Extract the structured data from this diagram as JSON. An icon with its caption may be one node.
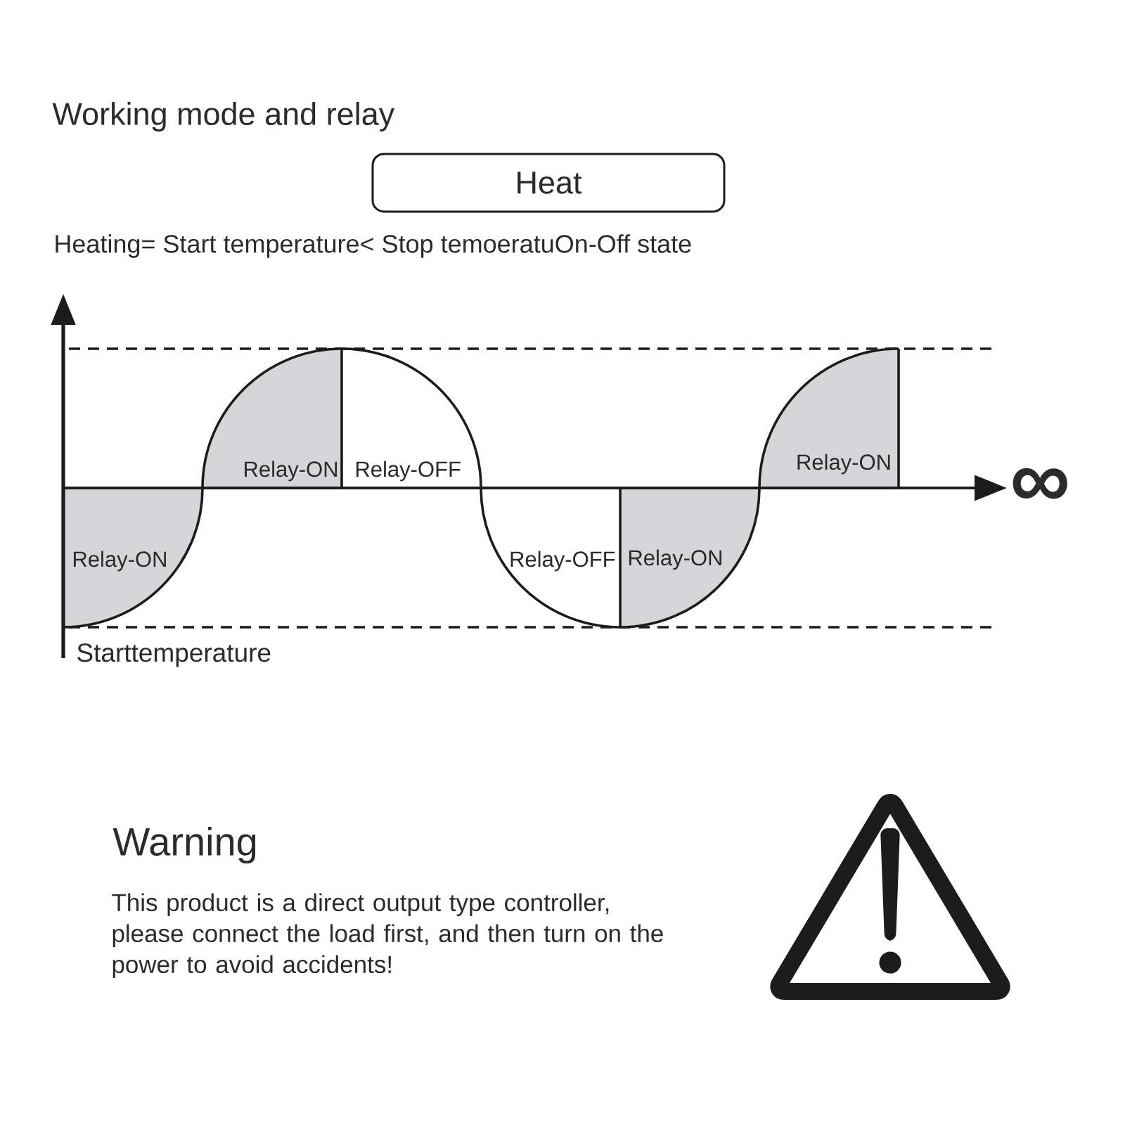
{
  "diagram": {
    "title": "Working mode and relay",
    "nodes": [
      {
        "text": [
          "Heat"
        ]
      }
    ],
    "labels": [
      "Heating= Start temperature< Stop temoeratuOn-Off state",
      "Relay-ON",
      "Relay-OFF",
      "Relay-ON",
      "∞",
      "Relay-ON",
      "Relay-OFF",
      "Relay-ON",
      "Starttemperature",
      "Warning",
      "This product is a direct output type controller, please connect the load first, and then turn on the power to avoid accidents!"
    ]
  }
}
